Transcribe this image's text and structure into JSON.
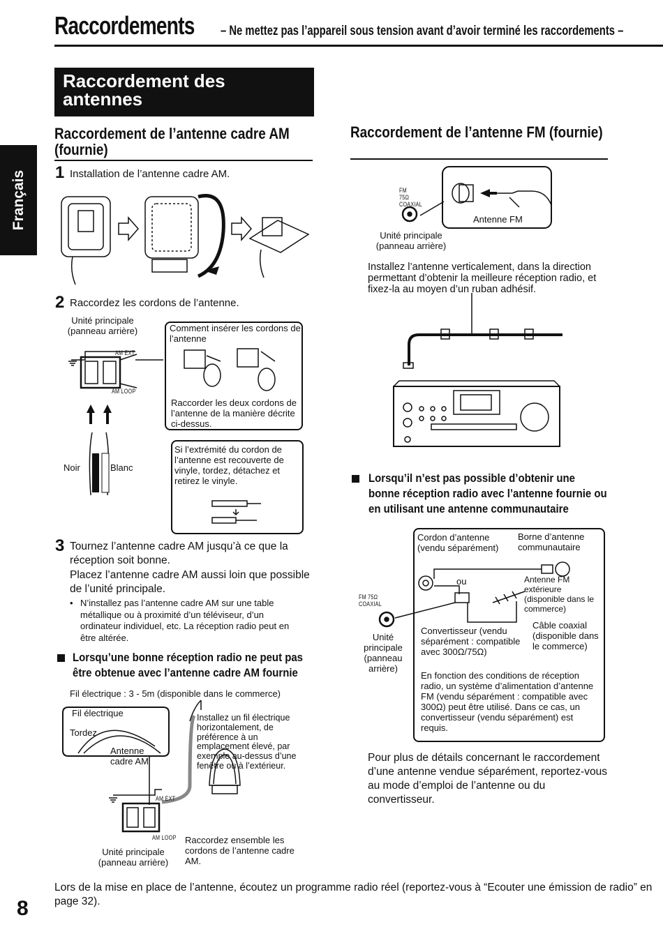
{
  "header": {
    "title": "Raccordements",
    "subtitle": "– Ne mettez pas l’appareil sous tension avant d’avoir terminé les raccordements –"
  },
  "side_tab": "Français",
  "section_title": "Raccordement des antennes",
  "am": {
    "heading": "Raccordement de l’antenne cadre AM (fournie)",
    "step1_num": "1",
    "step1_text": "Installation de l’antenne cadre AM.",
    "step2_num": "2",
    "step2_text": "Raccordez les cordons de l’antenne.",
    "unit_label": "Unité principale (panneau arrière)",
    "am_ext": "AM EXT",
    "am_loop": "AM LOOP",
    "insert_title": "Comment insérer les cordons de l’antenne",
    "insert_text": "Raccorder les deux cordons de l’antenne de la manière décrite ci-dessus.",
    "noir": "Noir",
    "blanc": "Blanc",
    "vinyl_text": "Si l’extrémité du cordon de l’antenne est recouverte de vinyle, tordez, détachez et retirez le vinyle.",
    "step3_num": "3",
    "step3_text1": "Tournez l’antenne cadre AM jusqu’à ce que la réception soit bonne.",
    "step3_text2": "Placez l’antenne cadre AM aussi loin que possible de l’unité principale.",
    "step3_bullet": "N’installez pas l’antenne cadre AM sur une table métallique ou à proximité d’un téléviseur, d’un ordinateur individuel, etc. La réception radio peut en être altérée.",
    "bad_reception_heading": "Lorsqu’une bonne réception radio ne peut pas être obtenue avec l’antenne cadre AM fournie",
    "wire_label": "Fil électrique : 3 - 5m (disponible dans le commerce)",
    "fil": "Fil électrique",
    "tordez": "Tordez",
    "antenne_cadre": "Antenne cadre AM",
    "install_wire": "Installez un fil électrique horizontalement, de préférence à un emplacement élevé, par exemple au-dessus d’une fenêtre ou à l’extérieur.",
    "unit_label2": "Unité principale (panneau arrière)",
    "connect_together": "Raccordez ensemble les cordons de l’antenne cadre AM."
  },
  "fm": {
    "heading": "Raccordement de l’antenne FM (fournie)",
    "fm_coaxial": "FM 75Ω COAXIAL",
    "antenne_fm": "Antenne FM",
    "unit_label": "Unité principale (panneau arrière)",
    "install_text": "Installez l’antenne verticalement, dans la direction permettant d’obtenir la meilleure réception radio, et fixez-la au moyen d’un ruban adhésif.",
    "bad_heading": "Lorsqu’il n’est pas possible d’obtenir une bonne réception radio avec l’antenne fournie ou en utilisant une antenne communautaire",
    "cordon": "Cordon d’antenne (vendu séparément)",
    "borne": "Borne d’antenne communautaire",
    "ou": "ou",
    "antenne_ext": "Antenne FM extérieure (disponible dans le commerce)",
    "convertisseur": "Convertisseur (vendu séparément : compatible avec 300Ω/75Ω)",
    "cable": "Câble coaxial (disponible dans le commerce)",
    "unit_label2": "Unité principale (panneau arrière)",
    "fm_coaxial2": "FM 75Ω COAXIAL",
    "conditions": "En fonction des conditions de réception radio, un système d’alimentation d’antenne FM (vendu séparément : compatible avec 300Ω) peut être utilisé. Dans ce cas, un convertisseur (vendu séparément) est requis.",
    "details": "Pour plus de détails concernant le raccordement d’une antenne vendue séparément, reportez-vous au mode d’emploi de l’antenne ou du convertisseur."
  },
  "footer_text": "Lors de la mise en place de l’antenne, écoutez un programme radio réel (reportez-vous à “Ecouter une émission de radio” en page 32).",
  "page_number": "8"
}
